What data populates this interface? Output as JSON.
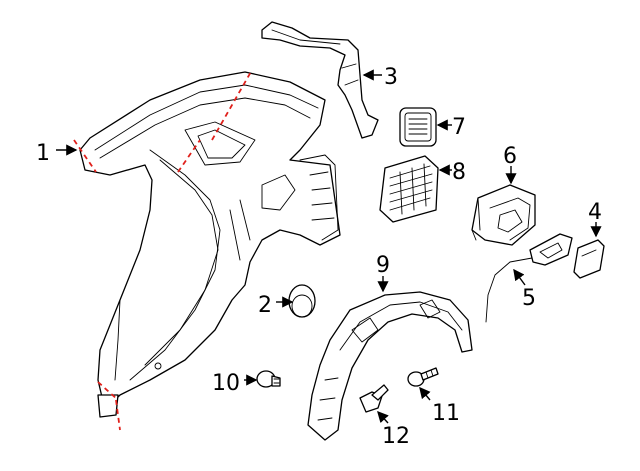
{
  "diagram": {
    "colors": {
      "line": "#000000",
      "cut_line": "#e0201b",
      "background": "#ffffff"
    },
    "callouts": [
      {
        "id": "1",
        "label": "1"
      },
      {
        "id": "2",
        "label": "2"
      },
      {
        "id": "3",
        "label": "3"
      },
      {
        "id": "4",
        "label": "4"
      },
      {
        "id": "5",
        "label": "5"
      },
      {
        "id": "6",
        "label": "6"
      },
      {
        "id": "7",
        "label": "7"
      },
      {
        "id": "8",
        "label": "8"
      },
      {
        "id": "9",
        "label": "9"
      },
      {
        "id": "10",
        "label": "10"
      },
      {
        "id": "11",
        "label": "11"
      },
      {
        "id": "12",
        "label": "12"
      }
    ]
  }
}
